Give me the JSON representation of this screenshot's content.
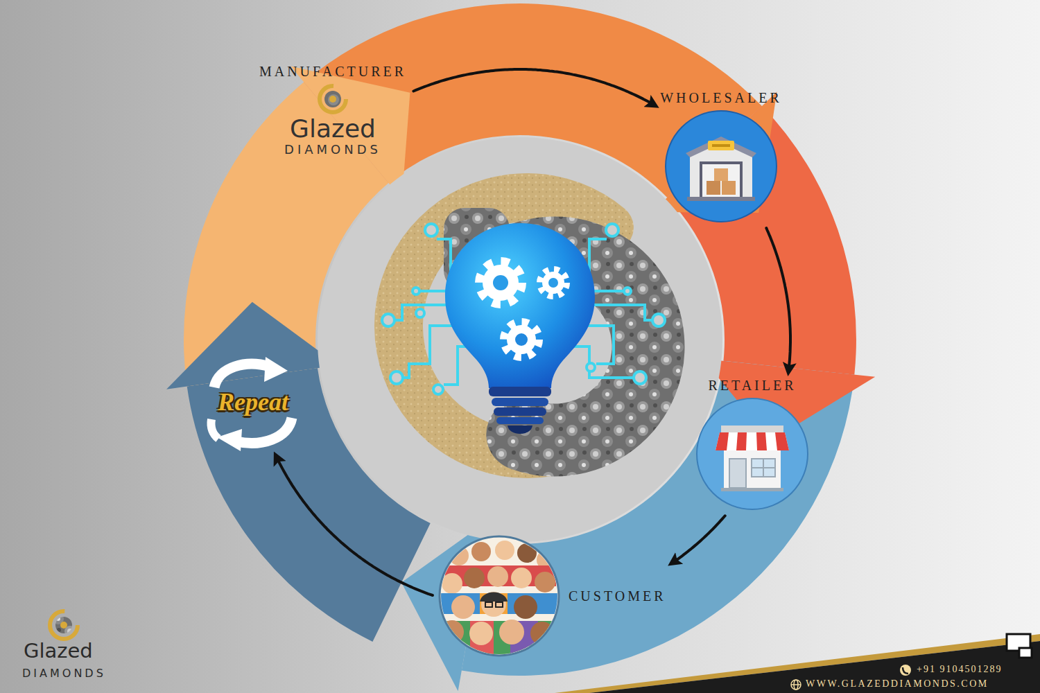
{
  "diagram": {
    "nodes": [
      {
        "text": [
          "MANUFACTURER",
          "Glazed",
          "DIAMONDS"
        ]
      },
      {
        "text": [
          "WHOLESALER"
        ]
      },
      {
        "text": [
          "RETAILER"
        ]
      },
      {
        "text": [
          "CUSTOMER"
        ]
      },
      {
        "text": [
          "Repeat"
        ]
      }
    ],
    "edges": [
      {
        "from": 0,
        "to": 1,
        "arrow": "to"
      },
      {
        "from": 1,
        "to": 2,
        "arrow": "to"
      },
      {
        "from": 2,
        "to": 3,
        "arrow": "to"
      },
      {
        "from": 3,
        "to": 4,
        "arrow": "to"
      }
    ],
    "labels": [
      "Glazed",
      "DIAMONDS",
      "+91 9104501289",
      "WWW.GLAZEDDIAMONDS.COM"
    ]
  }
}
